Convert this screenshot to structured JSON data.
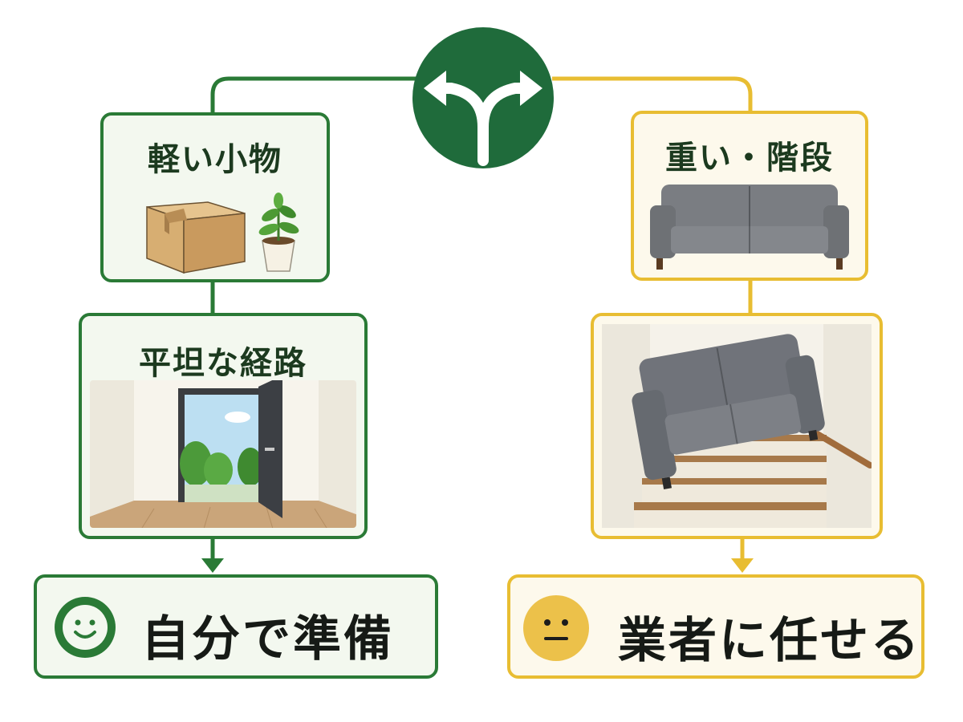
{
  "branches": {
    "left": {
      "item_label": "軽い小物",
      "route_label": "平坦な経路",
      "outcome_label": "自分で準備",
      "color": "#2a7a36",
      "face": "smile-icon"
    },
    "right": {
      "item_label": "重い・階段",
      "outcome_label": "業者に任せる",
      "color": "#e8bd32",
      "face": "neutral-face-icon"
    }
  },
  "decision_icon": "split-arrows-icon",
  "colors": {
    "green": "#2a7a36",
    "dark_green": "#1f6b3b",
    "yellow": "#e8bd32",
    "yellow_face": "#ecc14a"
  }
}
